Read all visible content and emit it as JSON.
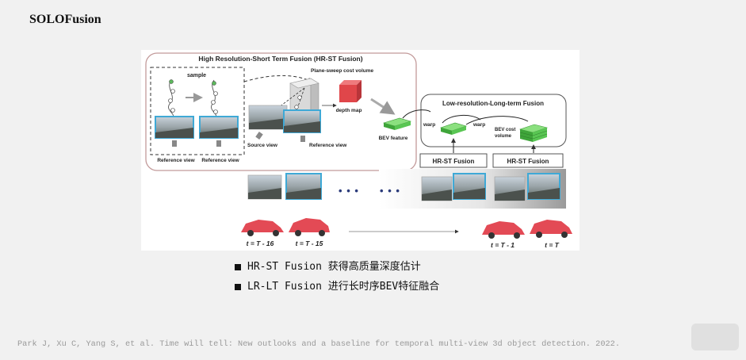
{
  "slide": {
    "title": "SOLOFusion",
    "bullets": [
      "HR-ST Fusion 获得高质量深度估计",
      "LR-LT Fusion 进行长时序BEV特征融合"
    ],
    "citation": "Park J, Xu C, Yang S, et al. Time will tell: New outlooks and a baseline for temporal multi-view 3d object detection. 2022."
  },
  "figure": {
    "hrst_title": "High Resolution-Short Term Fusion (HR-ST Fusion)",
    "sample_label": "sample",
    "reference_view_1": "Reference view",
    "reference_view_2": "Reference view",
    "cost_volume_label": "Plane-sweep cost volume",
    "depth_map_label": "depth map",
    "source_view_label": "Source view",
    "reference_view_3": "Reference view",
    "bev_feature_label": "BEV feature",
    "lrlt_title": "Low-resolution-Long-term Fusion",
    "warp_1": "warp",
    "warp_2": "warp",
    "bev_cost_label_1": "BEV cost",
    "bev_cost_label_2": "volume",
    "hrst_box_1": "HR-ST Fusion",
    "hrst_box_2": "HR-ST Fusion",
    "ellipsis_1": "• • •",
    "ellipsis_2": "• • •",
    "time_labels": [
      "t = T - 16",
      "t = T - 15",
      "t = T - 1",
      "t = T"
    ],
    "colors": {
      "accent_blue": "#3fa9d6",
      "bev_green": "#59c653",
      "depth_red": "#e0464a",
      "car_red": "#e34a55"
    }
  }
}
